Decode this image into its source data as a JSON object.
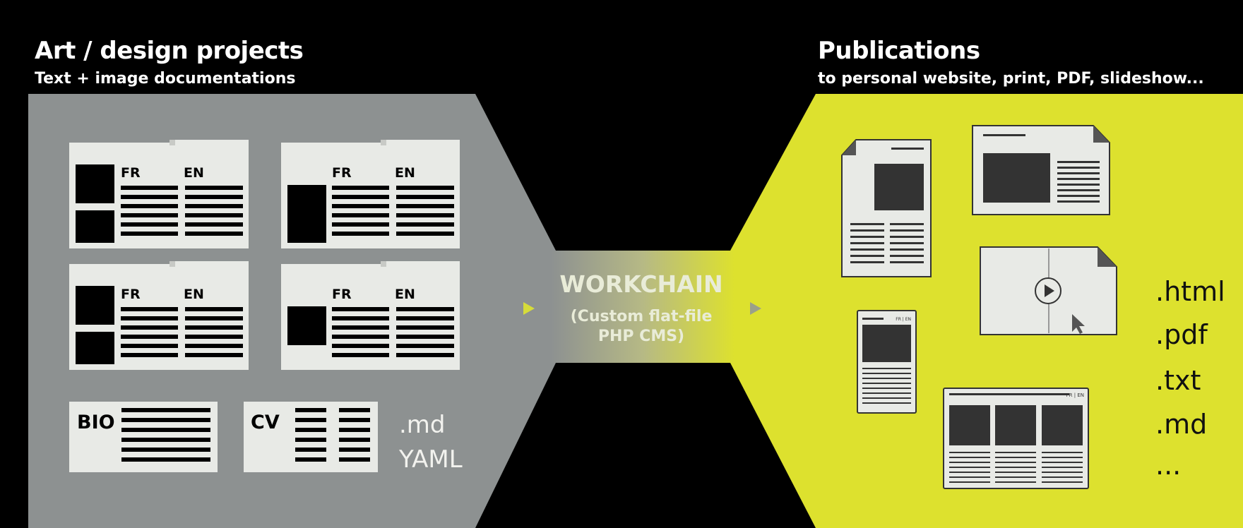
{
  "left": {
    "title": "Art / design projects",
    "subtitle": "Text + image documentations",
    "doc_lang_a": "FR",
    "doc_lang_b": "EN",
    "bio_label": "BIO",
    "cv_label": "CV",
    "formats": [
      ".md",
      "YAML"
    ]
  },
  "center": {
    "title": "WORKCHAIN",
    "line1": "(Custom flat-file",
    "line2": "PHP CMS)"
  },
  "right": {
    "title": "Publications",
    "subtitle": "to personal website, print, PDF, slideshow...",
    "mini_lang": "FR | EN",
    "formats": [
      ".html",
      ".pdf",
      ".txt",
      ".md",
      "..."
    ]
  },
  "colors": {
    "left_panel": "#8d9191",
    "right_panel": "#dde12e",
    "card": "#e8eae6"
  }
}
